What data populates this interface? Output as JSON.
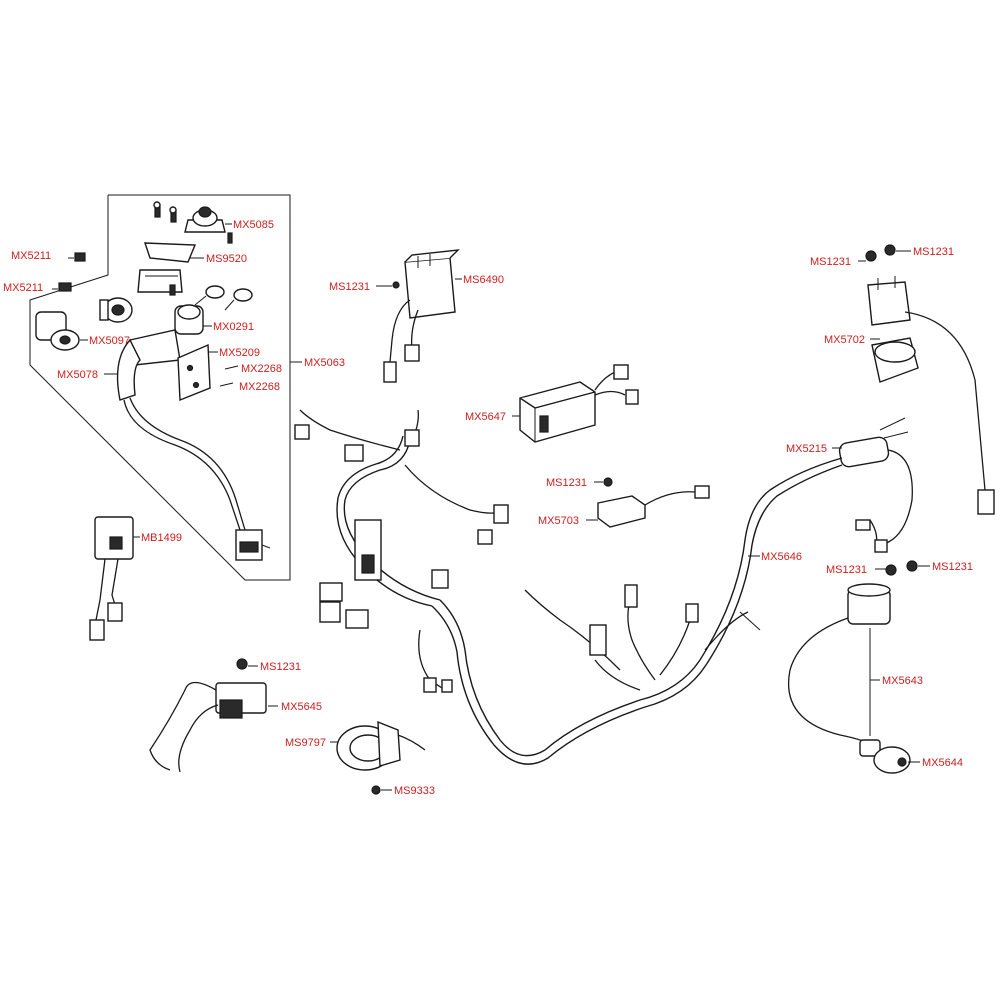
{
  "callouts": {
    "mx5085": "MX5085",
    "ms9520": "MS9520",
    "mx0291": "MX0291",
    "mx5097": "MX5097",
    "mx5209": "MX5209",
    "mx2268a": "MX2268",
    "mx2268b": "MX2268",
    "mx5078": "MX5078",
    "mx5063": "MX5063",
    "mx5211a": "MX5211",
    "mx5211b": "MX5211",
    "mb1499": "MB1499",
    "ms1231_reg": "MS1231",
    "ms6490": "MS6490",
    "mx5647": "MX5647",
    "ms1231_mid": "MS1231",
    "mx5703": "MX5703",
    "ms1231_tr_left": "MS1231",
    "ms1231_tr_right": "MS1231",
    "mx5702": "MX5702",
    "mx5215": "MX5215",
    "mx5646": "MX5646",
    "ms1231_r_left": "MS1231",
    "ms1231_r_right": "MS1231",
    "mx5643": "MX5643",
    "mx5644": "MX5644",
    "ms1231_bl": "MS1231",
    "mx5645": "MX5645",
    "ms9797": "MS9797",
    "ms9333": "MS9333"
  },
  "colors": {
    "label": "#cc1f1f",
    "line": "#1a1a1a"
  }
}
